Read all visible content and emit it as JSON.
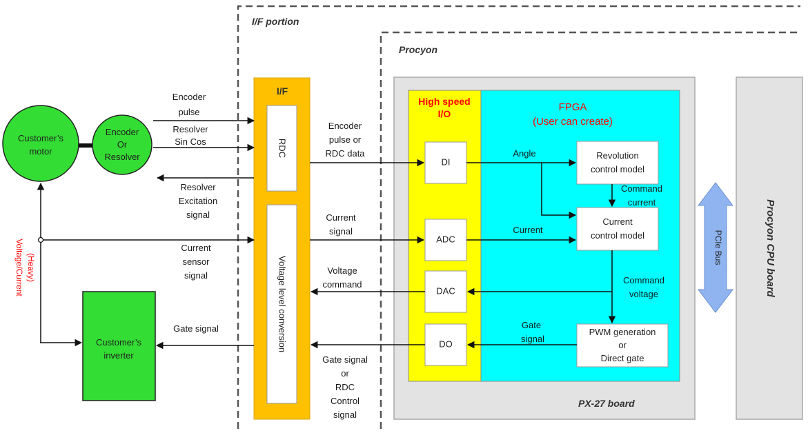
{
  "regions": {
    "if_portion": "I/F portion",
    "procyon": "Procyon",
    "board": "PX-27 board",
    "cpu_board": "Procyon CPU board",
    "pcie_bus": "PCIe Bus"
  },
  "left": {
    "motor": [
      "Customer’s",
      "motor"
    ],
    "encoder": [
      "Encoder",
      "Or",
      "Resolver"
    ],
    "inverter": [
      "Customer’s",
      "inverter"
    ],
    "vc_label": [
      "Voltage/Current",
      "(Heavy)"
    ]
  },
  "if_block": {
    "title": "I/F",
    "rdc": "RDC",
    "vlc": "Voltage level conversion"
  },
  "hs_io": {
    "title": [
      "High speed",
      "I/O"
    ],
    "di": "DI",
    "adc": "ADC",
    "dac": "DAC",
    "do": "DO"
  },
  "fpga": {
    "title": [
      "FPGA",
      "(User can create)"
    ],
    "revolution": [
      "Revolution",
      "control model"
    ],
    "current_ctrl": [
      "Current",
      "control model"
    ],
    "pwm": [
      "PWM generation",
      "or",
      "Direct gate"
    ]
  },
  "signals": {
    "encoder_pulse": [
      "Encoder",
      "pulse"
    ],
    "resolver_sincos": [
      "Resolver",
      "Sin Cos"
    ],
    "resolver_excitation": [
      "Resolver",
      "Excitation",
      "signal"
    ],
    "current_sensor": [
      "Current",
      "sensor",
      "signal"
    ],
    "gate_signal": "Gate signal",
    "enc_rdc_data": [
      "Encoder",
      "pulse or",
      "RDC data"
    ],
    "current_signal": [
      "Current",
      "signal"
    ],
    "voltage_command": [
      "Voltage",
      "command"
    ],
    "gate_or_rdc": [
      "Gate signal",
      "or",
      "RDC",
      "Control",
      "signal"
    ],
    "angle": "Angle",
    "current": "Current",
    "command_current": [
      "Command",
      "current"
    ],
    "command_voltage": [
      "Command",
      "voltage"
    ],
    "gate_signal_fpga": [
      "Gate",
      "signal"
    ]
  },
  "colors": {
    "green": "#33dd33",
    "if_orange": "#ffc000",
    "hs_yellow": "#ffff00",
    "fpga_cyan": "#00ffff",
    "board_gray": "#e3e3e3",
    "pcie_blue": "#8fb4ef",
    "red_text": "#ff0000"
  }
}
